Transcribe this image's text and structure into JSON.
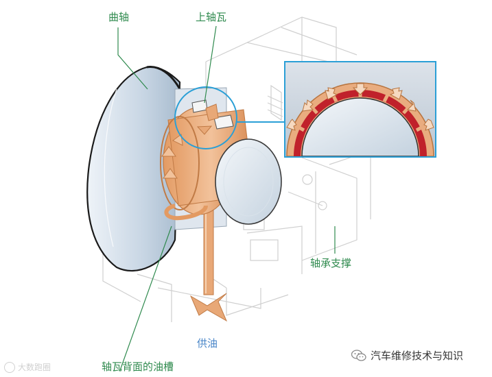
{
  "labels": {
    "crankshaft": "曲轴",
    "upper_bearing": "上轴瓦",
    "bearing_support": "轴承支撑",
    "oil_supply": "供油",
    "oil_groove": "轴瓦背面的油槽"
  },
  "watermarks": {
    "left": "大数跑圈",
    "right": "汽车维修技术与知识"
  },
  "colors": {
    "label_green": "#2f8a4e",
    "label_blue": "#4a86c8",
    "highlight_blue": "#2a9fd6",
    "bearing_copper": "#e8a877",
    "oil_red": "#c0212b"
  },
  "icons": {
    "wechat": "wechat-icon",
    "logo_left": "sohu-logo-icon"
  }
}
